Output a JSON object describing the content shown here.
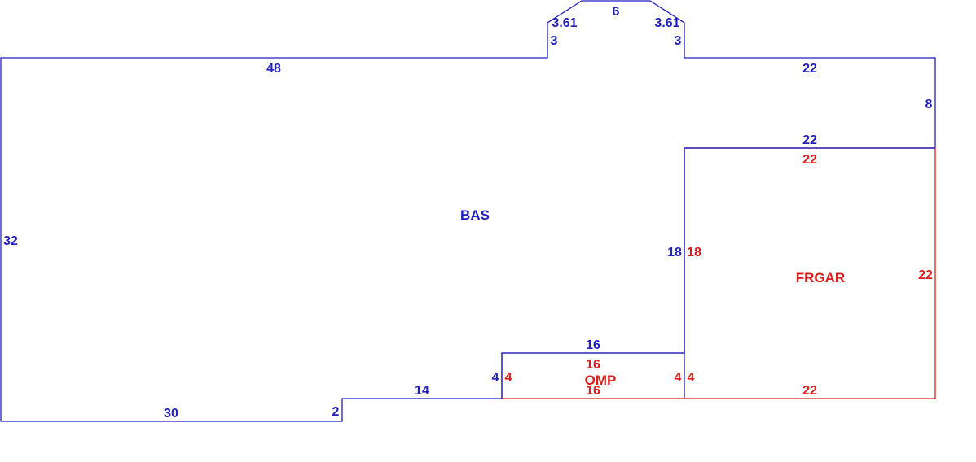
{
  "colors": {
    "blue": "#1f1fbf",
    "red": "#e01b1b",
    "background": "#ffffff"
  },
  "areas": {
    "bas": "BAS",
    "frgar": "FRGAR",
    "omp": "OMP"
  },
  "dimensions": {
    "bas_top_left": "48",
    "bay_left_diag": "3.61",
    "bay_top": "6",
    "bay_right_diag": "3.61",
    "bay_left_side": "3",
    "bay_right_side": "3",
    "bas_top_right": "22",
    "bas_right_upper": "8",
    "bas_step_top": "22",
    "bas_left": "32",
    "bas_right_inner": "18",
    "bas_bottom_left": "30",
    "bas_step_small": "2",
    "bas_bottom_mid": "14",
    "omp_left_blue": "4",
    "omp_top_blue": "16",
    "omp_right_blue": "4",
    "garage_top": "22",
    "garage_left": "18",
    "garage_right": "22",
    "garage_bottom": "22",
    "garage_bottom_left": "4",
    "omp_top_red": "16",
    "omp_left_red": "4",
    "omp_right_red": "4",
    "omp_bottom_red": "16"
  }
}
